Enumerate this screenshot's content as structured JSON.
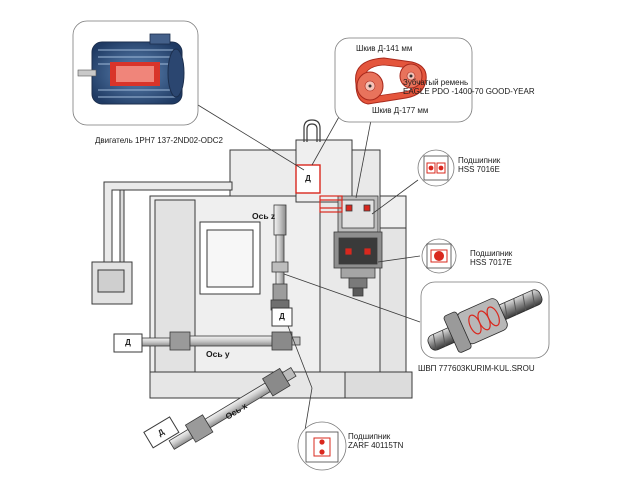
{
  "labels": {
    "motor": "Двигатель 1PH7 137-2ND02-ODC2",
    "pulley_top": "Шкив Д-141 мм",
    "belt_line1": "Зубчатый ремень",
    "belt_line2": "EAGLE PDO -1400-70 GOOD-YEAR",
    "pulley_bottom": "Шкив Д-177 мм",
    "bearing1_title": "Подшипник",
    "bearing1_model": "HSS 7016E",
    "bearing2_title": "Подшипник",
    "bearing2_model": "HSS 7017E",
    "ballscrew": "ШВП 777603KURIM-KUL.SROU",
    "bearing3_title": "Подшипник",
    "bearing3_model": "ZARF 40115TN",
    "axis_z": "Ось z",
    "axis_y": "Ось у",
    "axis_x": "Ось х",
    "drive_letter": "Д"
  },
  "colors": {
    "line": "#3a3a3a",
    "machine_fill": "#ececec",
    "accent_red": "#d9281e",
    "pulley_red": "#e4553c"
  }
}
